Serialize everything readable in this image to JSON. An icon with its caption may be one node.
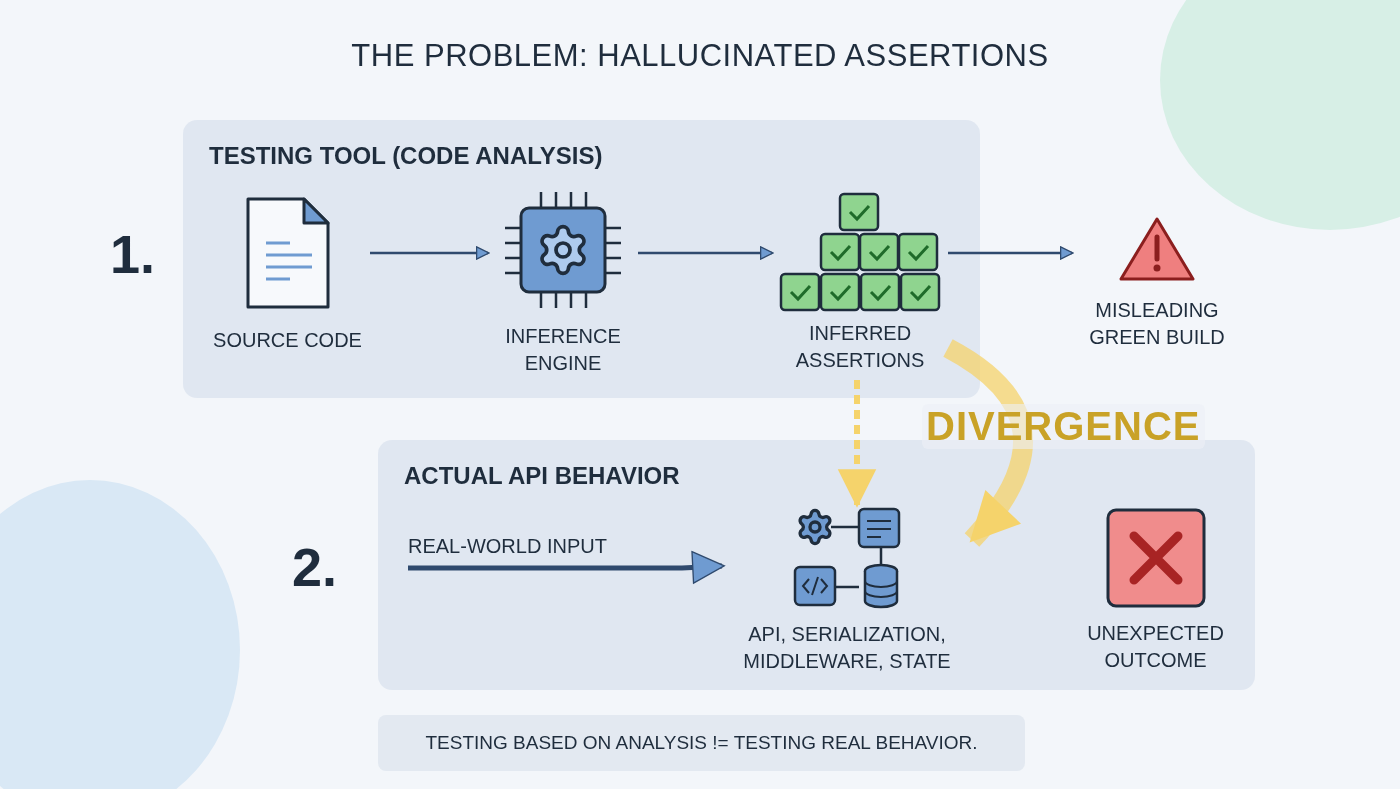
{
  "diagram": {
    "title": "THE PROBLEM: HALLUCINATED ASSERTIONS",
    "nodes": [
      {
        "text": [
          "TESTING TOOL (CODE ANALYSIS)"
        ]
      },
      {
        "text": [
          "SOURCE CODE"
        ],
        "in": 0
      },
      {
        "text": [
          "INFERENCE ENGINE"
        ],
        "in": 0
      },
      {
        "text": [
          "INFERRED ASSERTIONS"
        ],
        "in": 0
      },
      {
        "text": [
          "MISLEADING GREEN BUILD"
        ]
      },
      {
        "text": [
          "ACTUAL API BEHAVIOR"
        ]
      },
      {
        "text": [
          "REAL-WORLD INPUT"
        ],
        "in": 5
      },
      {
        "text": [
          "API, SERIALIZATION, MIDDLEWARE, STATE"
        ],
        "in": 5
      },
      {
        "text": [
          "UNEXPECTED OUTCOME"
        ],
        "in": 5
      },
      {
        "text": [
          "TESTING BASED ON ANALYSIS != TESTING REAL BEHAVIOR."
        ]
      }
    ],
    "edges": [
      {
        "from": 1,
        "to": 2,
        "arrow": "to"
      },
      {
        "from": 2,
        "to": 3,
        "arrow": "to"
      },
      {
        "from": 3,
        "to": 4,
        "arrow": "to"
      },
      {
        "from": 6,
        "to": 7,
        "arrow": "to",
        "style": "thick"
      },
      {
        "from": 3,
        "to": 7,
        "arrow": "to",
        "style": "dashed",
        "color": "#f5d36b"
      },
      {
        "from": 3,
        "to": 7,
        "arrow": "to",
        "style": "thick",
        "color": "#f5d36b",
        "label": "DIVERGENCE"
      }
    ],
    "labels": [
      "1.",
      "2."
    ]
  }
}
